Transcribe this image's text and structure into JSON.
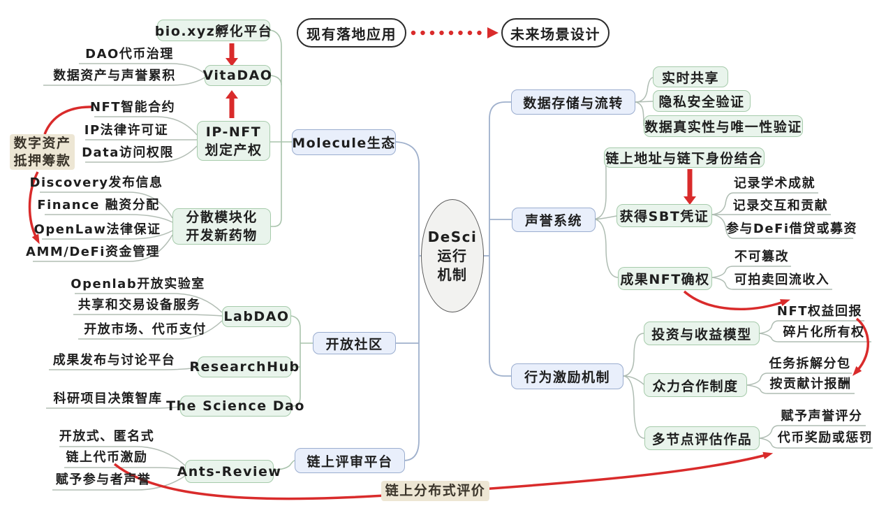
{
  "colors": {
    "accent_red": "#d92b2b",
    "green_node_fill": "#e9f4ec",
    "green_node_border": "#a6cbab",
    "blue_node_fill": "#e9effb",
    "blue_node_border": "#9aadcf",
    "beige_label_fill": "#ede6d4",
    "connector_gray": "#aebcb2",
    "spine_blue": "#9fb0cc"
  },
  "flow": {
    "existing": "现有落地应用",
    "future": "未来场景设计"
  },
  "root": {
    "line1": "DeSci",
    "line2": "运行",
    "line3": "机制"
  },
  "molecule_branch": {
    "label": "Molecule生态",
    "bioxyz": "bio.xyz孵化平台",
    "vitadao": "VitaDAO",
    "dao_governance": "DAO代币治理",
    "data_reputation": "数据资产与声誉累积",
    "ipnft_line1": "IP-NFT",
    "ipnft_line2": "划定产权",
    "nft_contract": "NFT智能合约",
    "ip_license": "IP法律许可证",
    "data_access": "Data访问权限",
    "digital_line1": "数字资产",
    "digital_line2": "抵押筹款",
    "module_line1": "分散模块化",
    "module_line2": "开发新药物",
    "discovery": "Discovery发布信息",
    "finance": "Finance 融资分配",
    "openlaw": "OpenLaw法律保证",
    "amm": "AMM/DeFi资金管理"
  },
  "community_branch": {
    "label": "开放社区",
    "labdao": "LabDAO",
    "openlab": "Openlab开放实验室",
    "share_trade": "共享和交易设备服务",
    "open_market": "开放市场、代币支付",
    "researchhub": "ResearchHub",
    "results_platform": "成果发布与讨论平台",
    "sciencedao": "The Science Dao",
    "think_tank": "科研项目决策智库"
  },
  "review_branch": {
    "label": "链上评审平台",
    "antsreview": "Ants-Review",
    "open_anonymous": "开放式、匿名式",
    "chain_token_incentive": "链上代币激励",
    "participant_reputation": "赋予参与者声誉",
    "chain_distributed_eval": "链上分布式评价"
  },
  "data_branch": {
    "label": "数据存储与流转",
    "realtime_share": "实时共享",
    "privacy_verify": "隐私安全验证",
    "authenticity": "数据真实性与唯一性验证"
  },
  "reputation_branch": {
    "label": "声誉系统",
    "chain_identity": "链上地址与链下身份结合",
    "sbt": "获得SBT凭证",
    "academic_record": "记录学术成就",
    "interaction_record": "记录交互和贡献",
    "defi_lending": "参与DeFi借贷或募资",
    "nft_confirm": "成果NFT确权",
    "immutable": "不可篡改",
    "auction_income": "可拍卖回流收入"
  },
  "incentive_branch": {
    "label": "行为激励机制",
    "investment_model": "投资与收益模型",
    "nft_return": "NFT权益回报",
    "fractional_ownership": "碎片化所有权",
    "collaboration": "众力合作制度",
    "task_split": "任务拆解分包",
    "contribution_pay": "按贡献计报酬",
    "multi_node_eval": "多节点评估作品",
    "reputation_score": "赋予声誉评分",
    "token_reward": "代币奖励或惩罚"
  }
}
